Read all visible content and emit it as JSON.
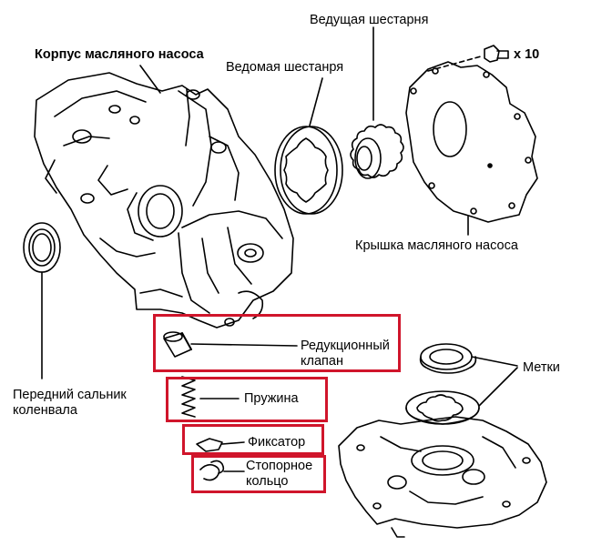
{
  "colors": {
    "highlight": "#d0152b",
    "line": "#000000",
    "background": "#ffffff"
  },
  "labels": {
    "drive_gear": "Ведущая шестарня",
    "pump_housing": "Корпус масляного насоса",
    "driven_gear": "Ведомая шестанря",
    "bolt_qty": "x 10",
    "pump_cover": "Крышка масляного насоса",
    "front_seal_line1": "Передний сальник",
    "front_seal_line2": "коленвала",
    "relief_valve_line1": "Редукционный",
    "relief_valve_line2": "клапан",
    "marks": "Метки",
    "spring": "Пружина",
    "retainer": "Фиксатор",
    "snap_ring_line1": "Стопорное",
    "snap_ring_line2": "кольцо"
  }
}
